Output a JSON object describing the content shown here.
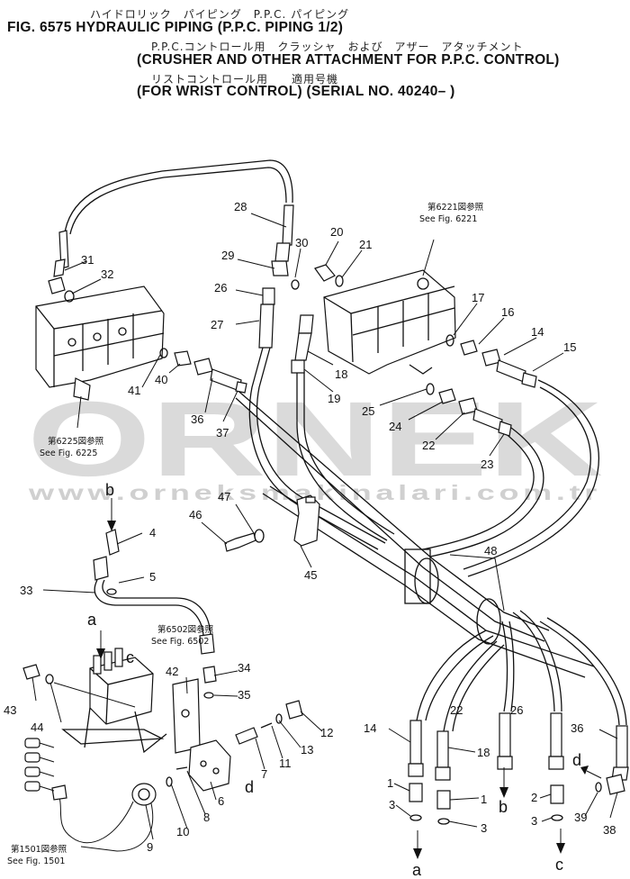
{
  "header": {
    "jp_line1": "ハイドロリック　パイピング　P.P.C. パイピング",
    "title_line1": "FIG. 6575  HYDRAULIC PIPING (P.P.C. PIPING 1/2)",
    "jp_line2": "P.P.C.コントロール用　クラッシャ　および　アザー　アタッチメント",
    "title_line2": "(CRUSHER AND OTHER ATTACHMENT FOR P.P.C. CONTROL)",
    "jp_line3": "リストコントロール用　　適用号機",
    "title_line3": "(FOR WRIST CONTROL) (SERIAL NO. 40240– )"
  },
  "watermark": {
    "brand": "ORNEK",
    "url": "www.orneksmakinalari.com.tr"
  },
  "references": {
    "fig6221_jp": "第6221図参照",
    "fig6221": "See Fig. 6221",
    "fig6225_jp": "第6225図参照",
    "fig6225": "See Fig. 6225",
    "fig6502_jp": "第6502図参照",
    "fig6502": "See Fig. 6502",
    "fig1501_jp": "第1501図参照",
    "fig1501": "See Fig. 1501"
  },
  "callouts": {
    "n1a": "1",
    "n1b": "1",
    "n2a": "2",
    "n3a": "3",
    "n3b": "3",
    "n3c": "3",
    "n4": "4",
    "n5": "5",
    "n6": "6",
    "n7": "7",
    "n8": "8",
    "n9": "9",
    "n10": "10",
    "n11": "11",
    "n12": "12",
    "n13": "13",
    "n14a": "14",
    "n14b": "14",
    "n15": "15",
    "n16": "16",
    "n17": "17",
    "n18a": "18",
    "n18b": "18",
    "n19": "19",
    "n20": "20",
    "n21": "21",
    "n22a": "22",
    "n22b": "22",
    "n23": "23",
    "n24": "24",
    "n25": "25",
    "n26a": "26",
    "n26b": "26",
    "n27": "27",
    "n28": "28",
    "n29": "29",
    "n30": "30",
    "n31": "31",
    "n32": "32",
    "n33": "33",
    "n34": "34",
    "n35": "35",
    "n36a": "36",
    "n36b": "36",
    "n37": "37",
    "n38": "38",
    "n39": "39",
    "n40": "40",
    "n41": "41",
    "n42": "42",
    "n43": "43",
    "n44": "44",
    "n45": "45",
    "n46": "46",
    "n47": "47",
    "n48": "48"
  },
  "letters": {
    "a_top": "a",
    "b_top": "b",
    "c_top": "c",
    "d_top": "d",
    "a_bot": "a",
    "b_bot": "b",
    "c_bot": "c",
    "d_bot": "d"
  }
}
